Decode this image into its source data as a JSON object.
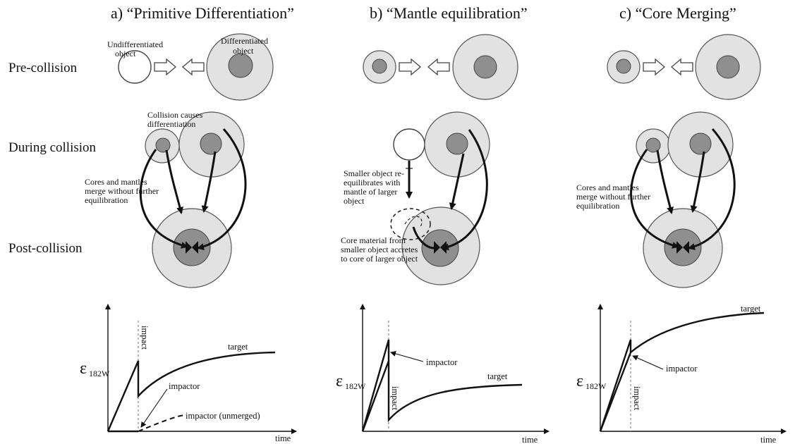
{
  "titles": {
    "a": "a) “Primitive Differentiation”",
    "b": "b) “Mantle equilibration”",
    "c": "c) “Core Merging”"
  },
  "rows": {
    "pre": "Pre-collision",
    "during": "During collision",
    "post": "Post-collision"
  },
  "panel_a": {
    "undiff_1": "Undifferentiated",
    "undiff_2": "object",
    "diff_1": "Differentiated",
    "diff_2": "object",
    "cause_1": "Collision causes",
    "cause_2": "differentiation",
    "merge_1": "Cores and mantles",
    "merge_2": "merge without further",
    "merge_3": "equilibration"
  },
  "panel_b": {
    "re_1": "Smaller object re-",
    "re_2": "equilibrates with",
    "re_3": "mantle of larger",
    "re_4": "object",
    "core_1": "Core material from",
    "core_2": "smaller object accretes",
    "core_3": "to core of larger object"
  },
  "panel_c": {
    "merge_1": "Cores and mantles",
    "merge_2": "merge without further",
    "merge_3": "equilibration"
  },
  "plots": {
    "y_symbol": "ε",
    "y_sub": "182W",
    "x_label": "time",
    "impact": "impact",
    "target": "target",
    "impactor": "impactor",
    "impactor_unmerged": "impactor (unmerged)"
  }
}
